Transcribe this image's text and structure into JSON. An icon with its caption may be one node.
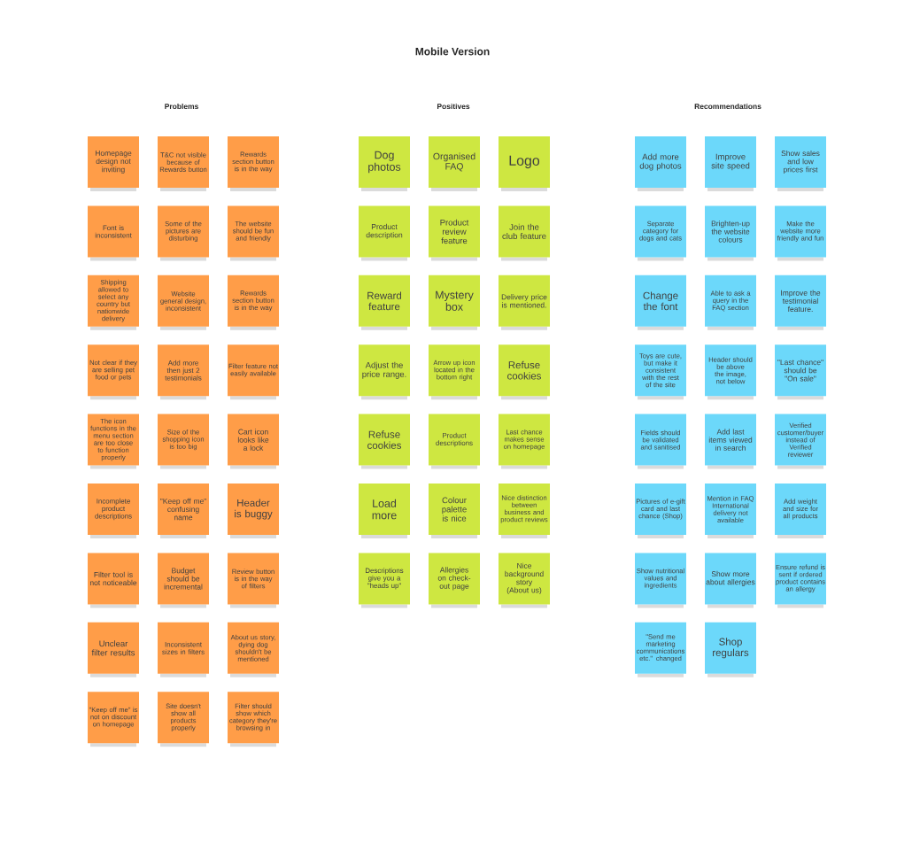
{
  "diagram": {
    "title": "Mobile Version",
    "labels": [
      "Problems",
      "Positives",
      "Recommendations"
    ],
    "nodes": [
      {
        "text": [
          "Homepage design not inviting"
        ]
      },
      {
        "text": [
          "T&C not visible because of Rewards button"
        ]
      },
      {
        "text": [
          "Rewards section button is in the way"
        ]
      },
      {
        "text": [
          "Font is inconsistent"
        ]
      },
      {
        "text": [
          "Some of the pictures are disturbing"
        ]
      },
      {
        "text": [
          "The website should be fun and friendly"
        ]
      },
      {
        "text": [
          "Shipping allowed to select any country but nationwide delivery"
        ]
      },
      {
        "text": [
          "Website general design, inconsistent"
        ]
      },
      {
        "text": [
          "Rewards section button is in the way"
        ]
      },
      {
        "text": [
          "Not clear if they are selling pet food or pets"
        ]
      },
      {
        "text": [
          "Add more then just 2 testimonials"
        ]
      },
      {
        "text": [
          "Filter feature not easily available"
        ]
      },
      {
        "text": [
          "The icon functions in the menu section are too close to function properly"
        ]
      },
      {
        "text": [
          "Size of the shopping icon is too big"
        ]
      },
      {
        "text": [
          "Cart icon looks like a lock"
        ]
      },
      {
        "text": [
          "Incomplete product descriptions"
        ]
      },
      {
        "text": [
          "\"Keep off me\" confusing name"
        ]
      },
      {
        "text": [
          "Header is buggy"
        ]
      },
      {
        "text": [
          "Filter tool is not noticeable"
        ]
      },
      {
        "text": [
          "Budget should be incremental"
        ]
      },
      {
        "text": [
          "Review button is in the way of filters"
        ]
      },
      {
        "text": [
          "Unclear filter results"
        ]
      },
      {
        "text": [
          "Inconsistent sizes in filters"
        ]
      },
      {
        "text": [
          "About us story, dying dog shouldn't be mentioned"
        ]
      },
      {
        "text": [
          "\"Keep off me\" is not on discount on homepage"
        ]
      },
      {
        "text": [
          "Site doesn't show all products properly"
        ]
      },
      {
        "text": [
          "Filter should show which category they're browsing in"
        ]
      },
      {
        "text": [
          "Dog photos"
        ]
      },
      {
        "text": [
          "Organised FAQ"
        ]
      },
      {
        "text": [
          "Logo"
        ]
      },
      {
        "text": [
          "Product description"
        ]
      },
      {
        "text": [
          "Product review feature"
        ]
      },
      {
        "text": [
          "Join the club feature"
        ]
      },
      {
        "text": [
          "Reward feature"
        ]
      },
      {
        "text": [
          "Mystery box"
        ]
      },
      {
        "text": [
          "Delivery price is mentioned."
        ]
      },
      {
        "text": [
          "Adjust the price range."
        ]
      },
      {
        "text": [
          "Arrow up icon located in the bottom right"
        ]
      },
      {
        "text": [
          "Refuse cookies"
        ]
      },
      {
        "text": [
          "Refuse cookies"
        ]
      },
      {
        "text": [
          "Product descriptions"
        ]
      },
      {
        "text": [
          "Last chance makes sense on homepage"
        ]
      },
      {
        "text": [
          "Load more"
        ]
      },
      {
        "text": [
          "Colour palette is nice"
        ]
      },
      {
        "text": [
          "Nice distinction between business and product reviews"
        ]
      },
      {
        "text": [
          "Descriptions give you a \"heads up\""
        ]
      },
      {
        "text": [
          "Allergies on check-out page"
        ]
      },
      {
        "text": [
          "Nice background story (About us)"
        ]
      },
      {
        "text": [
          "Add more dog photos"
        ]
      },
      {
        "text": [
          "Improve site speed"
        ]
      },
      {
        "text": [
          "Show sales and low prices first"
        ]
      },
      {
        "text": [
          "Separate category for dogs and cats"
        ]
      },
      {
        "text": [
          "Brighten-up the website colours"
        ]
      },
      {
        "text": [
          "Make the website more friendly and fun"
        ]
      },
      {
        "text": [
          "Change the font"
        ]
      },
      {
        "text": [
          "Able to ask a query in the FAQ section"
        ]
      },
      {
        "text": [
          "Improve the testimonial feature."
        ]
      },
      {
        "text": [
          "Toys are cute, but make it consistent with the rest of the site"
        ]
      },
      {
        "text": [
          "Header should be above the image, not below"
        ]
      },
      {
        "text": [
          "\"Last chance\" should be \"On sale\""
        ]
      },
      {
        "text": [
          "Fields should be validated and sanitised"
        ]
      },
      {
        "text": [
          "Add last items viewed in search"
        ]
      },
      {
        "text": [
          "Verified customer/buyer instead of Verified reviewer"
        ]
      },
      {
        "text": [
          "Pictures of e-gift card and last chance (Shop)"
        ]
      },
      {
        "text": [
          "Mention in FAQ International delivery not available"
        ]
      },
      {
        "text": [
          "Add weight and size for all products"
        ]
      },
      {
        "text": [
          "Show nutritional values and ingredients"
        ]
      },
      {
        "text": [
          "Show more about allergies"
        ]
      },
      {
        "text": [
          "Ensure refund is sent if ordered product contains an allergy"
        ]
      },
      {
        "text": [
          "\"Send me marketing communications etc.\" changed"
        ]
      },
      {
        "text": [
          "Shop regulars"
        ]
      }
    ],
    "edges": []
  }
}
